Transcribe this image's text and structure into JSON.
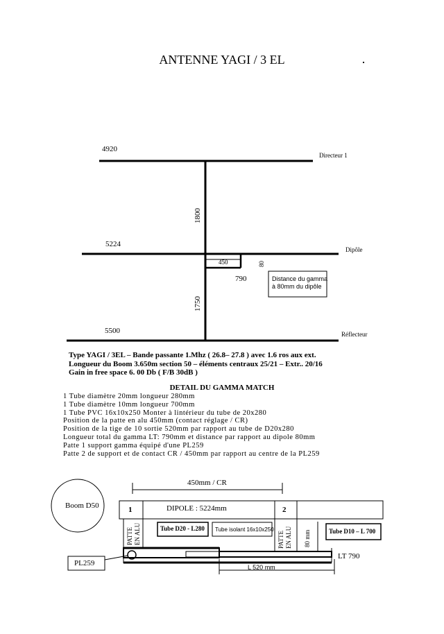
{
  "title": "ANTENNE YAGI / 3 EL",
  "yagi": {
    "director_length": "4920",
    "director_label": "Directeur 1",
    "spacing_1": "1800",
    "dipole_length": "5224",
    "dipole_label": "Dipôle",
    "gamma_450": "450",
    "gamma_80": "80",
    "gamma_790": "790",
    "gamma_note": [
      "Distance du gamma",
      "à 80mm du dipôle"
    ],
    "spacing_2": "1750",
    "reflector_length": "5500",
    "reflector_label": "Réflecteur"
  },
  "specs": [
    "Type YAGI / 3EL – Bande passante 1.Mhz ( 26.8– 27.8 ) avec 1.6 ros aux ext.",
    "Longueur du Boom 3.650m section 50 – éléments centraux 25/21 – Extr.. 20/16",
    "Gain in free space 6. 00 Db ( F/B 30dB )"
  ],
  "detail_title": "DETAIL DU GAMMA MATCH",
  "detail_lines": [
    "1 Tube diamètre 20mm longueur 280mm",
    "1 Tube diamètre 10mm longueur 700mm",
    "1 Tube PVC 16x10x250 Monter à lintérieur du tube de 20x280",
    "Position de la patte en alu 450mm (contact réglage / CR)",
    "Position de la tige de 10 sortie 520mm par rapport au tube de D20x280",
    "Longueur total du gamma LT: 790mm et distance par rapport au dipole 80mm",
    "Patte 1 support gamma équipé d'une PL259",
    "Patte 2 de support et de contact CR / 450mm par rapport au centre de la PL259"
  ],
  "gamma": {
    "boom": "Boom D50",
    "dim_450": "450mm / CR",
    "num_1": "1",
    "dipole": "DIPOLE : 5224mm",
    "num_2": "2",
    "patte_1": [
      "PATTE",
      "EN ALU"
    ],
    "patte_2": [
      "PATTE",
      "EN ALU"
    ],
    "tube_d20": "Tube D20 - L280",
    "tube_isolant": "Tube isolant 16x10x250",
    "dim_80": "80 mm",
    "tube_d10": "Tube D10 – L 700",
    "pl259": "PL259",
    "lt": "LT 790",
    "l520": "L 520 mm"
  }
}
